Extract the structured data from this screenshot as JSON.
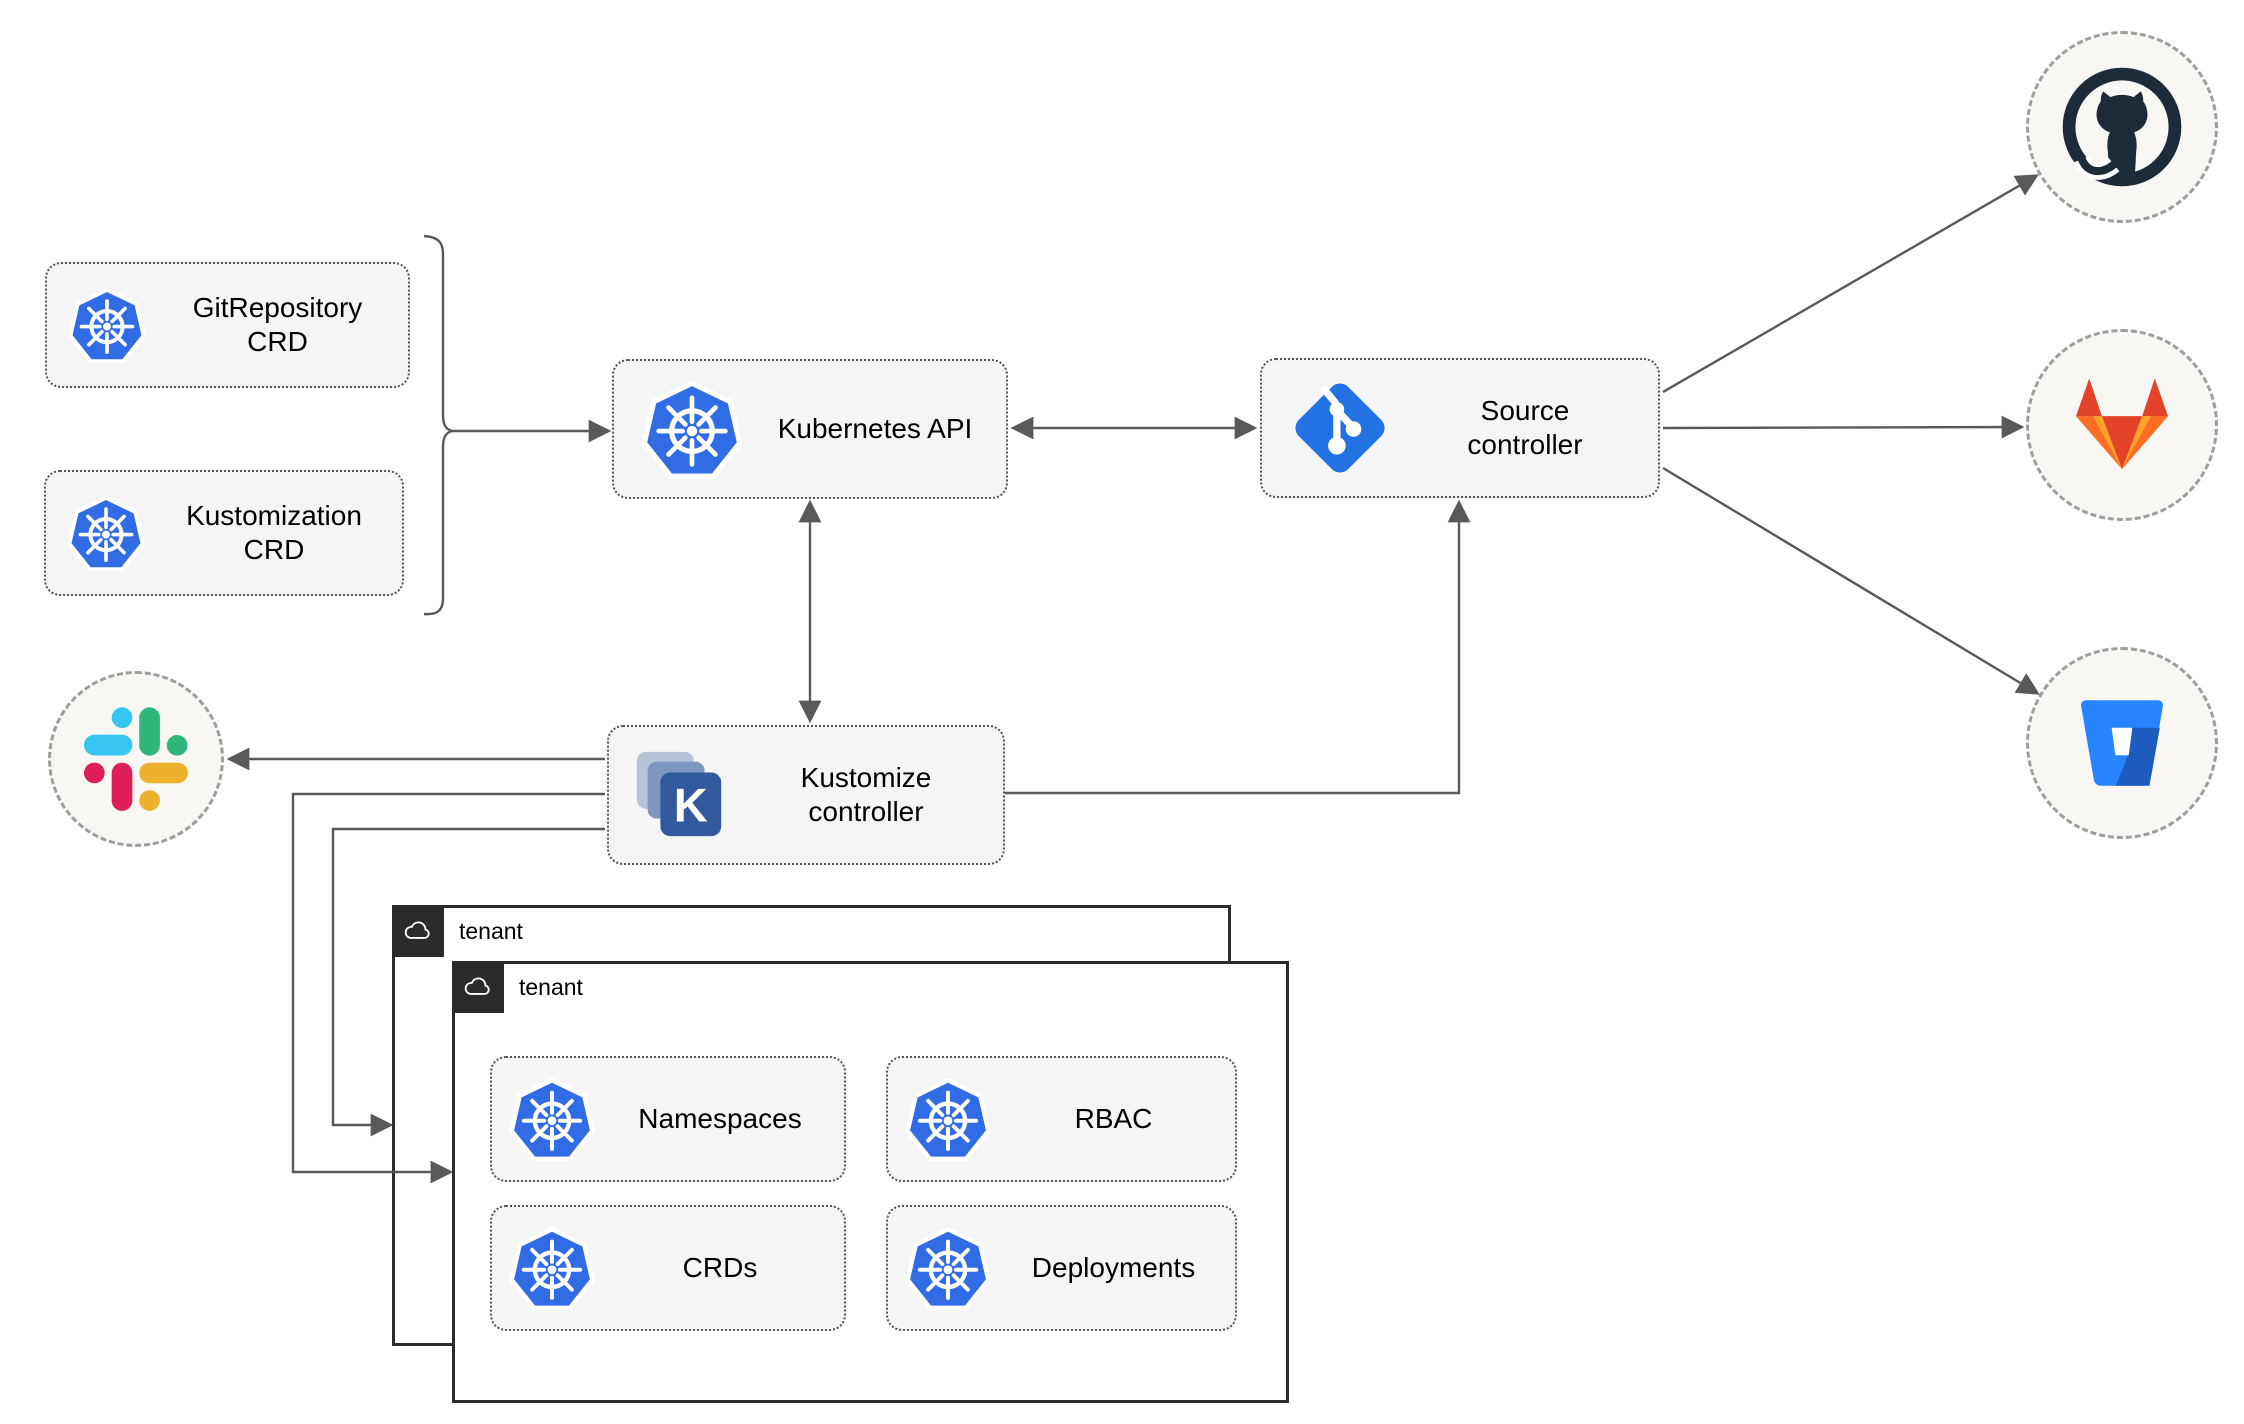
{
  "diagram": {
    "title_hint": "Flux GitOps architecture diagram",
    "nodes": {
      "gitrepository_crd": {
        "label": "GitRepository\nCRD"
      },
      "kustomization_crd": {
        "label": "Kustomization\nCRD"
      },
      "kubernetes_api": {
        "label": "Kubernetes API"
      },
      "source_controller": {
        "label": "Source\ncontroller"
      },
      "kustomize_controller": {
        "label": "Kustomize\ncontroller"
      },
      "namespaces": {
        "label": "Namespaces"
      },
      "rbac": {
        "label": "RBAC"
      },
      "crds": {
        "label": "CRDs"
      },
      "deployments": {
        "label": "Deployments"
      }
    },
    "tenants": {
      "back": {
        "label": "tenant"
      },
      "front": {
        "label": "tenant"
      }
    },
    "icons": {
      "kustomize_letter": "K"
    },
    "colors": {
      "kubernetes_blue": "#326ce5",
      "git_blue": "#2272e3",
      "kustomize_front": "#31599c",
      "kustomize_mid": "#7e97bf",
      "kustomize_back": "#b6c4da",
      "github_dark": "#1d2b38",
      "gitlab_red": "#e24329",
      "gitlab_orange": "#fc6d26",
      "gitlab_amber": "#fca326",
      "bitbucket_blue": "#2684ff",
      "bitbucket_shadow": "#1d5bbf",
      "slack_blue": "#36c5f0",
      "slack_green": "#2eb67d",
      "slack_yellow": "#ecb22e",
      "slack_red": "#e01e5a",
      "arrow_gray": "#595959",
      "node_fill": "#f5f5f5",
      "node_border": "#545454",
      "tenant_border": "#2b2b2b",
      "circle_fill": "#f9f7f4"
    }
  }
}
